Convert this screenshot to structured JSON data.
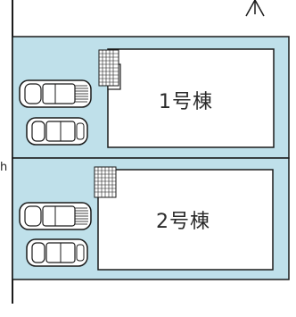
{
  "colors": {
    "lot_fill": "#bfe0ea",
    "outline": "#1a1a1a",
    "building_fill": "#ffffff",
    "page_bg": "#ffffff"
  },
  "buildings": [
    {
      "label": "1号棟"
    },
    {
      "label": "2号棟"
    }
  ],
  "edge_note": "h",
  "icons": [
    "north-arrow-icon",
    "car-icon",
    "grid-hatch-icon"
  ]
}
